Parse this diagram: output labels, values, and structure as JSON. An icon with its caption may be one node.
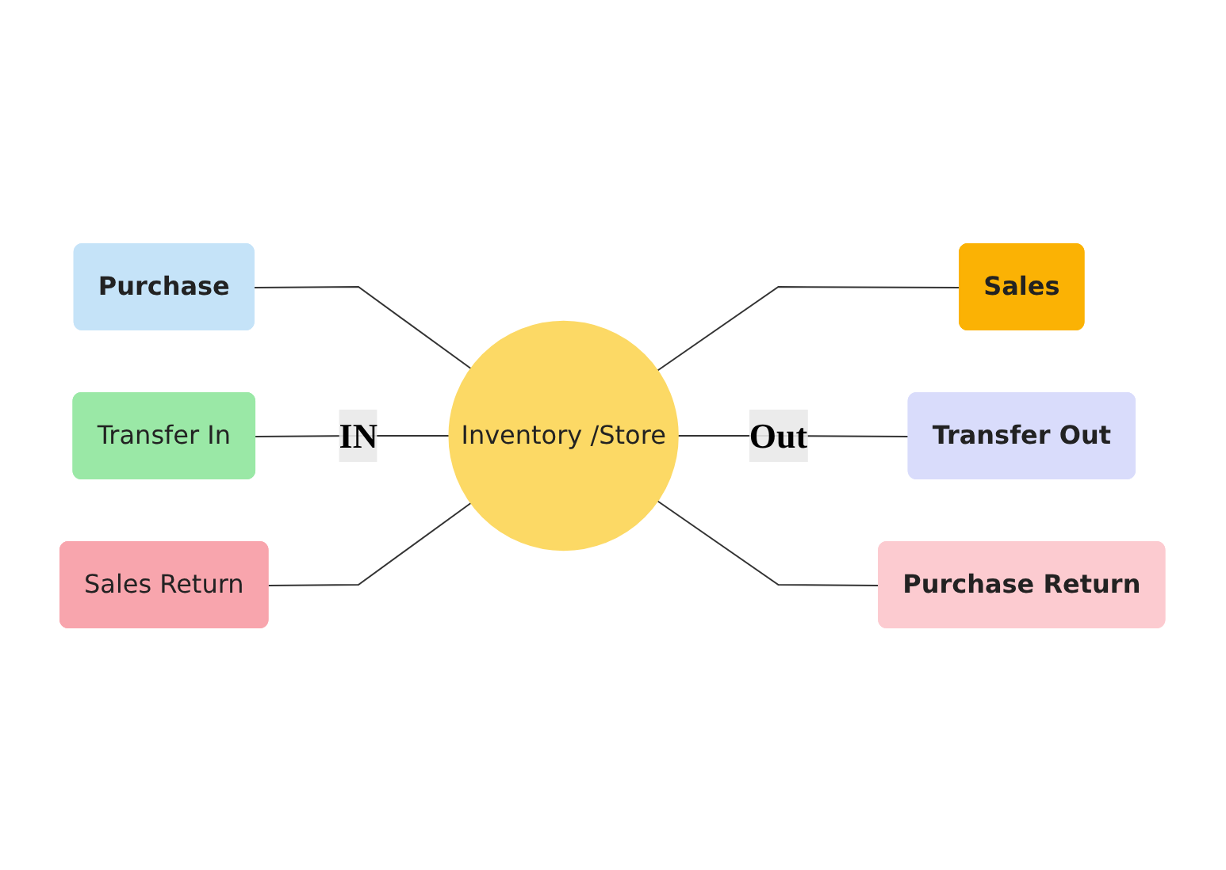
{
  "diagram": {
    "nodes": [
      {
        "text": [
          "Purchase"
        ]
      },
      {
        "text": [
          "Transfer In"
        ]
      },
      {
        "text": [
          "Sales Return"
        ]
      },
      {
        "text": [
          "Inventory /Store"
        ]
      },
      {
        "text": [
          "Sales"
        ]
      },
      {
        "text": [
          "Transfer Out"
        ]
      },
      {
        "text": [
          "Purchase Return"
        ]
      }
    ],
    "edges": [
      {
        "from": 0,
        "to": 3,
        "arrow": "none"
      },
      {
        "from": 1,
        "to": 3,
        "arrow": "none",
        "label": "IN"
      },
      {
        "from": 2,
        "to": 3,
        "arrow": "none"
      },
      {
        "from": 3,
        "to": 4,
        "arrow": "none"
      },
      {
        "from": 3,
        "to": 5,
        "arrow": "none",
        "label": "Out"
      },
      {
        "from": 3,
        "to": 6,
        "arrow": "none"
      }
    ]
  }
}
